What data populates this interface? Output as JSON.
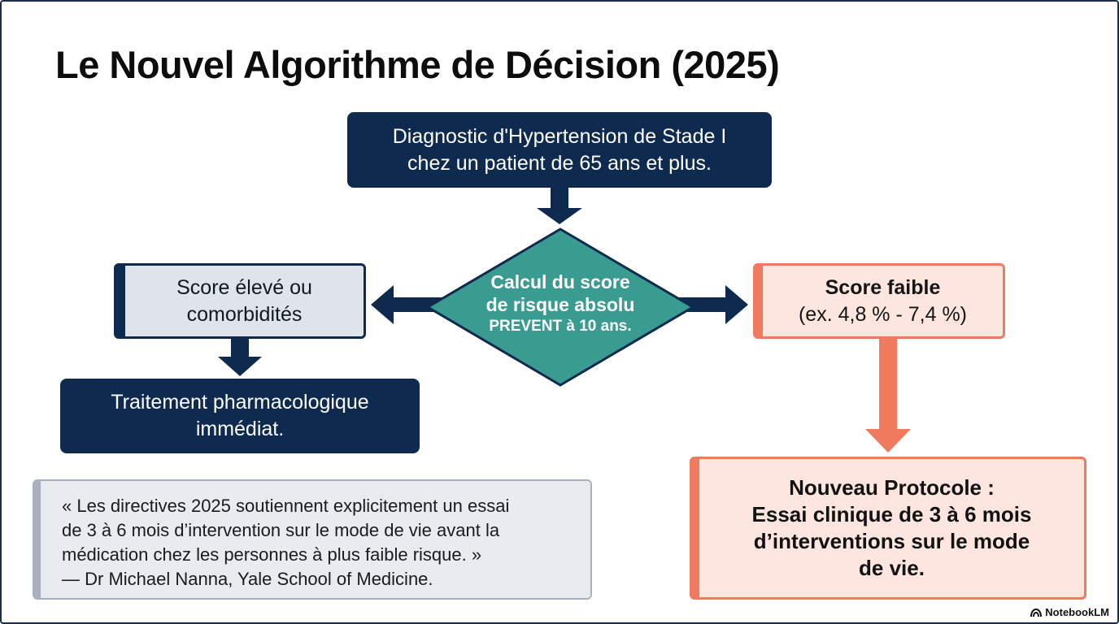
{
  "title": "Le Nouvel Algorithme de Décision (2025)",
  "start": {
    "line1": "Diagnostic d'Hypertension de Stade I",
    "line2": "chez un patient de 65 ans et plus."
  },
  "decision": {
    "line1": "Calcul du score",
    "line2": "de risque absolu",
    "line3": "PREVENT à 10 ans."
  },
  "high_branch": {
    "line1": "Score élevé ou",
    "line2": "comorbidités"
  },
  "treatment": {
    "line1": "Traitement pharmacologique",
    "line2": "immédiat."
  },
  "low_branch": {
    "title": "Score faible",
    "range": "(ex. 4,8 % - 7,4 %)"
  },
  "protocol": {
    "line1": "Nouveau Protocole :",
    "line2": "Essai clinique de 3 à 6 mois",
    "line3": "d’interventions sur le mode",
    "line4": "de vie."
  },
  "quote": {
    "line1": "« Les directives 2025 soutiennent explicitement un essai",
    "line2": "de 3 à 6 mois d’intervention sur le mode de vie avant la",
    "line3": "médication chez les personnes à plus faible risque. »",
    "attribution": "— Dr Michael Nanna, Yale School of Medicine."
  },
  "colors": {
    "navy": "#0f2a4f",
    "teal": "#3a9b91",
    "coral": "#ef7a5e",
    "light_coral": "#fde6df",
    "light_gray": "#dfe4ea"
  },
  "branding": {
    "icon": "notebooklm-icon",
    "label": "NotebookLM"
  }
}
